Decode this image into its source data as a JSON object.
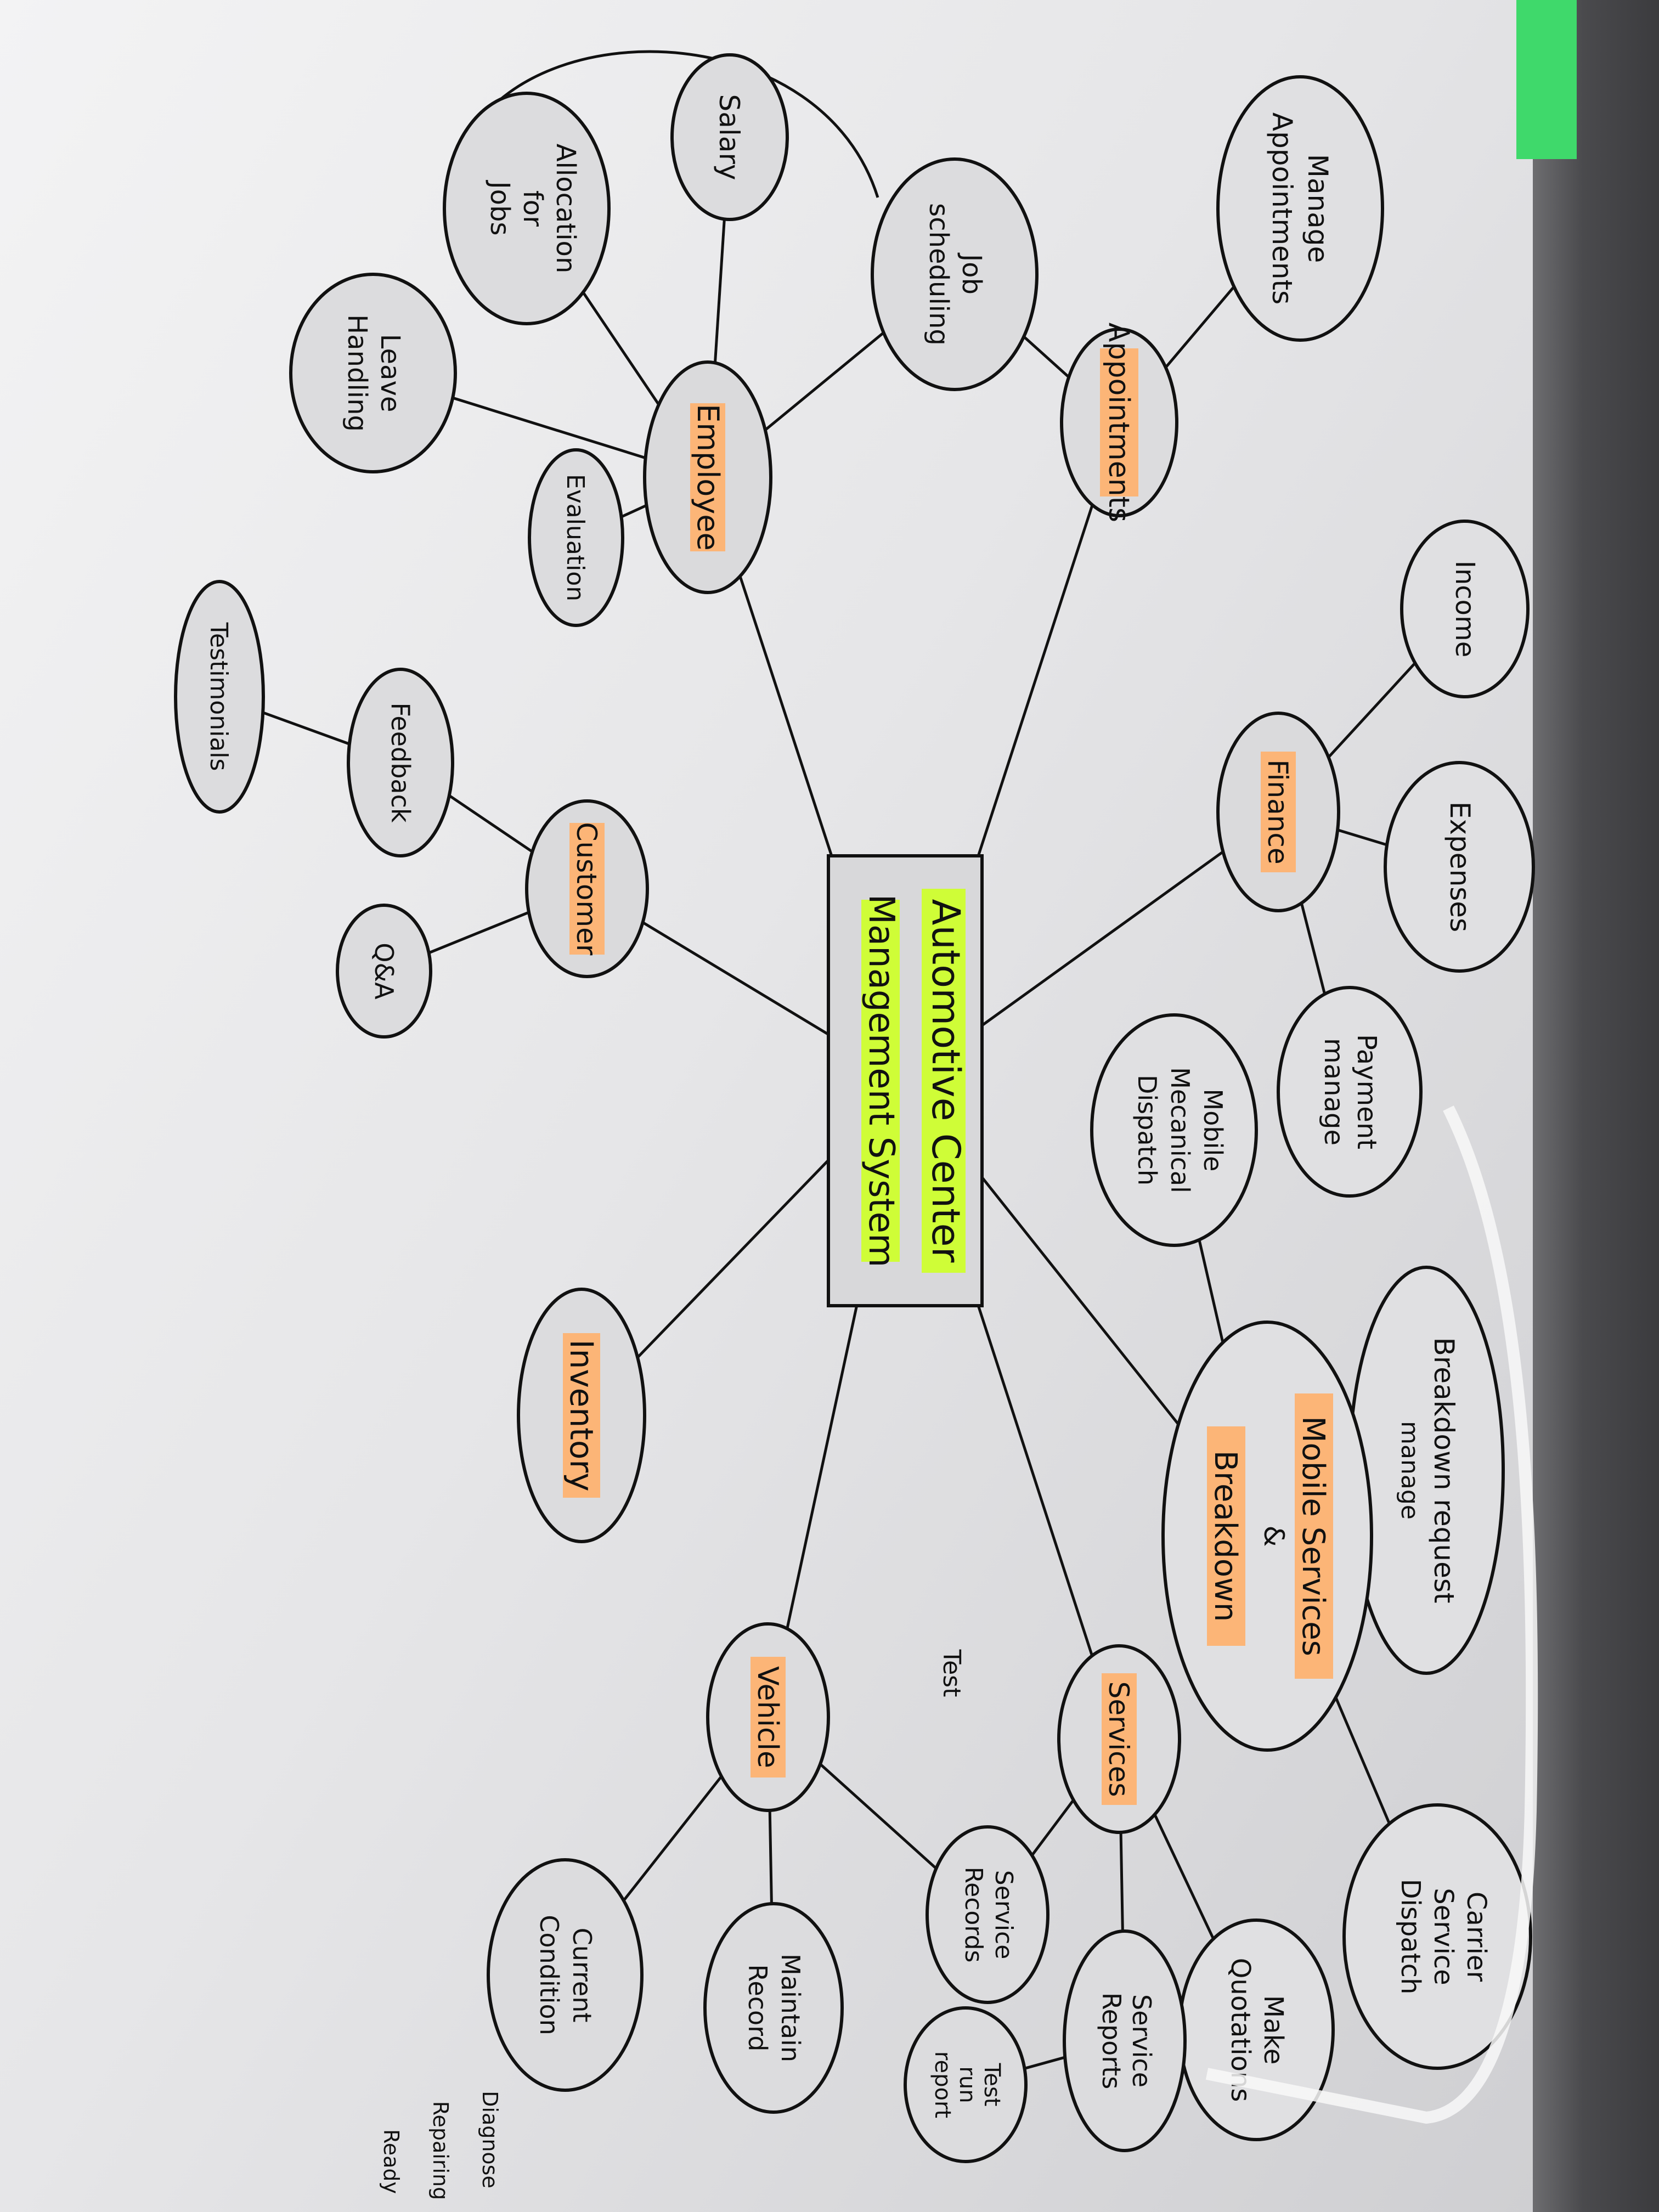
{
  "diagram": {
    "center": {
      "lines": [
        "Automotive Center",
        "Management System"
      ]
    },
    "nodes": {
      "appointment": "Appointments",
      "manage_appointments": [
        "Manage",
        "Appointments"
      ],
      "job_scheduling": [
        "Job",
        "scheduling"
      ],
      "employee": "Employee",
      "salary": "Salary",
      "allocation": [
        "Allocation",
        "for",
        "Jobs"
      ],
      "leave_handling": [
        "Leave",
        "Handling"
      ],
      "evaluation": "Evaluation",
      "customer": "Customer",
      "feedback": "Feedback",
      "testimonials": "Testimonials",
      "qa": "Q&A",
      "finance": "Finance",
      "income": "Income",
      "expenses": "Expenses",
      "payment": [
        "Payment",
        "manage"
      ],
      "mobile_dispatch": [
        "Mobile",
        "Mecanical",
        "Dispatch"
      ],
      "breakdown_request": [
        "Breakdown request",
        "manage"
      ],
      "mobile_services": [
        "Mobile Services",
        "&",
        "Breakdown"
      ],
      "carrier": [
        "Carrier",
        "Service",
        "Dispatch"
      ],
      "inventory": "Inventory",
      "services": "Services",
      "service_records": [
        "Service",
        "Records"
      ],
      "make_quotations": [
        "Make",
        "Quotations"
      ],
      "service_reports": [
        "Service",
        "Reports"
      ],
      "test_run_report": [
        "Test",
        "run",
        "report"
      ],
      "test_note": "Test",
      "vehicle": "Vehicle",
      "current_condition": [
        "Current",
        "Condition"
      ],
      "maintain_record": [
        "Maintain",
        "Record"
      ],
      "diagnose": "Diagnose",
      "repairing": "Repairing",
      "ready": "Ready"
    }
  },
  "colors": {
    "highlight_orange": "#ffb06b",
    "highlight_green": "#cfff2e",
    "ink": "#111111"
  }
}
